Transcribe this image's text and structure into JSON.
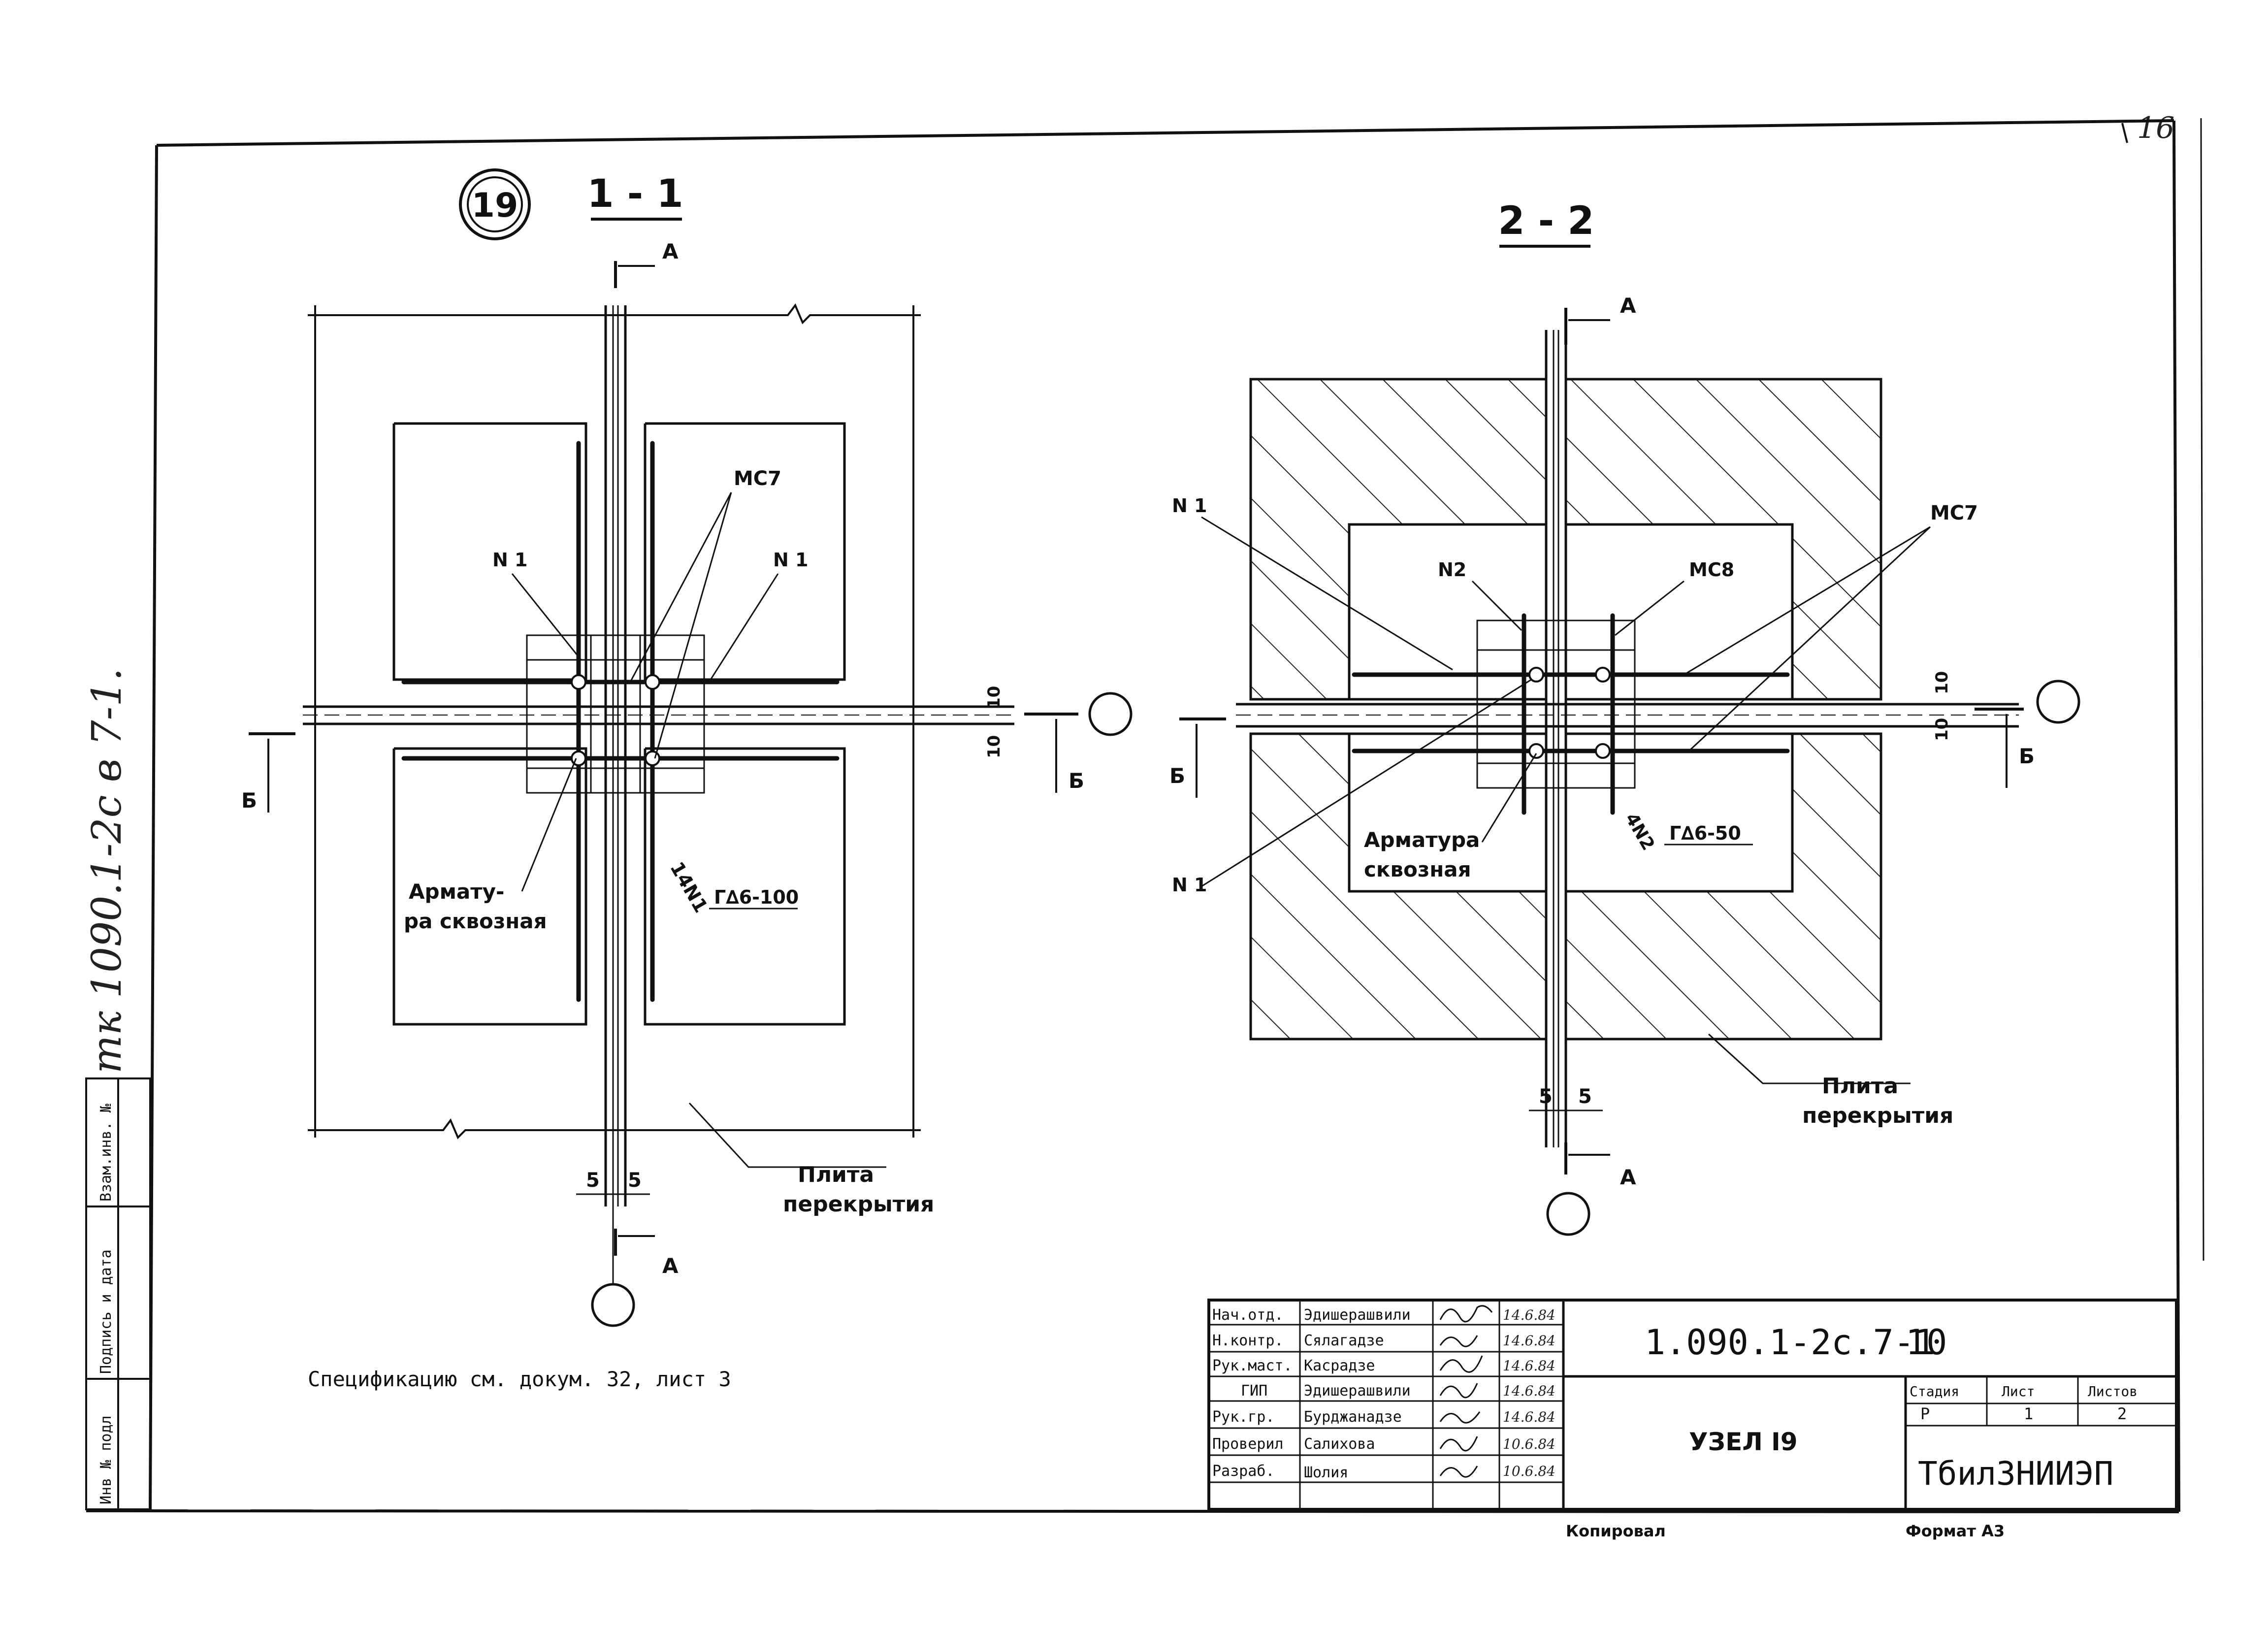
{
  "page": {
    "corner_number": "16",
    "margin_note": "тк 1090.1-2с в 7-1."
  },
  "views": {
    "node_number": "19",
    "section_1": {
      "title": "1 - 1",
      "cut_a": "А",
      "cut_b": "Б",
      "label_mc7": "МС7",
      "label_n1_left": "N 1",
      "label_n1_right": "N 1",
      "rebar_line1": "Армату-",
      "rebar_line2": "ра сквозная",
      "rebar_count": "14N1",
      "rebar_spec": "Г∆6-100",
      "dim_gap": "10",
      "dim_5_left": "5",
      "dim_5_right": "5",
      "slab_line1": "Плита",
      "slab_line2": "перекрытия"
    },
    "section_2": {
      "title": "2 - 2",
      "cut_a": "А",
      "cut_b": "Б",
      "label_n1_top": "N 1",
      "label_n1_bottom": "N 1",
      "label_n2": "N2",
      "label_mc8": "МС8",
      "label_mc7": "МС7",
      "rebar_line1": "Арматура",
      "rebar_line2": "сквозная",
      "rebar_count": "4N2",
      "rebar_spec": "Г∆6-50",
      "dim_gap": "10",
      "dim_5_left": "5",
      "dim_5_right": "5",
      "slab_line1": "Плита",
      "slab_line2": "перекрытия"
    }
  },
  "spec_note": "Спецификацию см. докум. 32, лист 3",
  "side_stamp": {
    "cells": [
      "Взам.инв. №",
      "Подпись и дата",
      "Инв № подл"
    ]
  },
  "title_block": {
    "doc_code": "1.090.1-2с.7-1",
    "doc_sheet": "10",
    "node_title": "УЗЕЛ I9",
    "organization": "ТбилЗНИИЭП",
    "stage_header": "Стадия",
    "sheet_header": "Лист",
    "sheets_header": "Листов",
    "stage_value": "Р",
    "sheet_value": "1",
    "sheets_value": "2",
    "copied": "Копировал",
    "format": "Формат А3",
    "signers": [
      {
        "role": "Нач.отд.",
        "name": "Эдишерашвили",
        "date": "14.6.84"
      },
      {
        "role": "Н.контр.",
        "name": "Сялагадзе",
        "date": "14.6.84"
      },
      {
        "role": "Рук.маст.",
        "name": "Касрадзе",
        "date": "14.6.84"
      },
      {
        "role": "ГИП",
        "name": "Эдишерашвили",
        "date": "14.6.84"
      },
      {
        "role": "Рук.гр.",
        "name": "Бурджанадзе",
        "date": "14.6.84"
      },
      {
        "role": "Проверил",
        "name": "Салихова",
        "date": "10.6.84"
      },
      {
        "role": "Разраб.",
        "name": "Шолия",
        "date": "10.6.84"
      }
    ]
  }
}
